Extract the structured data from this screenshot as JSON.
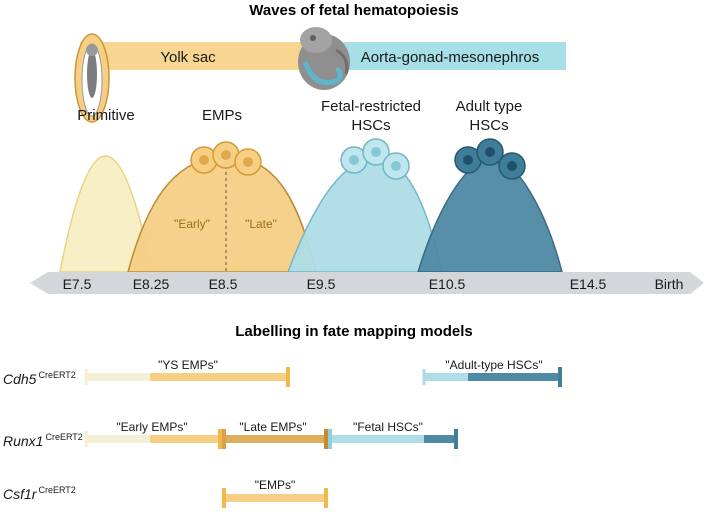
{
  "top_title": "Waves of fetal hematopoiesis",
  "bottom_title": "Labelling in fate mapping models",
  "bands": {
    "yolk_sac": "Yolk sac",
    "agm": "Aorta-gonad-mesonephros"
  },
  "waves": {
    "primitive": "Primitive",
    "emps": "EMPs",
    "fetal_line1": "Fetal-restricted",
    "fetal_line2": "HSCs",
    "adult_line1": "Adult type",
    "adult_line2": "HSCs",
    "early": "\"Early\"",
    "late": "\"Late\""
  },
  "timeline": [
    "E7.5",
    "E8.25",
    "E8.5",
    "E9.5",
    "E10.5",
    "E14.5",
    "Birth"
  ],
  "models": [
    {
      "gene": "Cdh5",
      "sup": "CreERT2",
      "bars": [
        "\"YS EMPs\"",
        "\"Adult-type HSCs\""
      ]
    },
    {
      "gene": "Runx1",
      "sup": "CreERT2",
      "bars": [
        "\"Early EMPs\"",
        "\"Late EMPs\"",
        "\"Fetal HSCs\""
      ]
    },
    {
      "gene": "Csf1r",
      "sup": "CreERT2",
      "bars": [
        "\"EMPs\""
      ]
    }
  ],
  "colors": {
    "primitive": "#f7efc4",
    "emp": "#f6cf85",
    "emp_stroke": "#b8862e",
    "fetal_hsc": "#aedde6",
    "adult_hsc": "#4f8aa5",
    "axis": "#d4d7da",
    "yolk_band": "#f8d591",
    "agm_band": "#a6dfe6"
  },
  "icons": [
    "yolk-sac-embryo-icon",
    "aorta-embryo-icon",
    "emp-cells-icon",
    "fetal-hsc-cells-icon",
    "adult-hsc-cells-icon"
  ]
}
